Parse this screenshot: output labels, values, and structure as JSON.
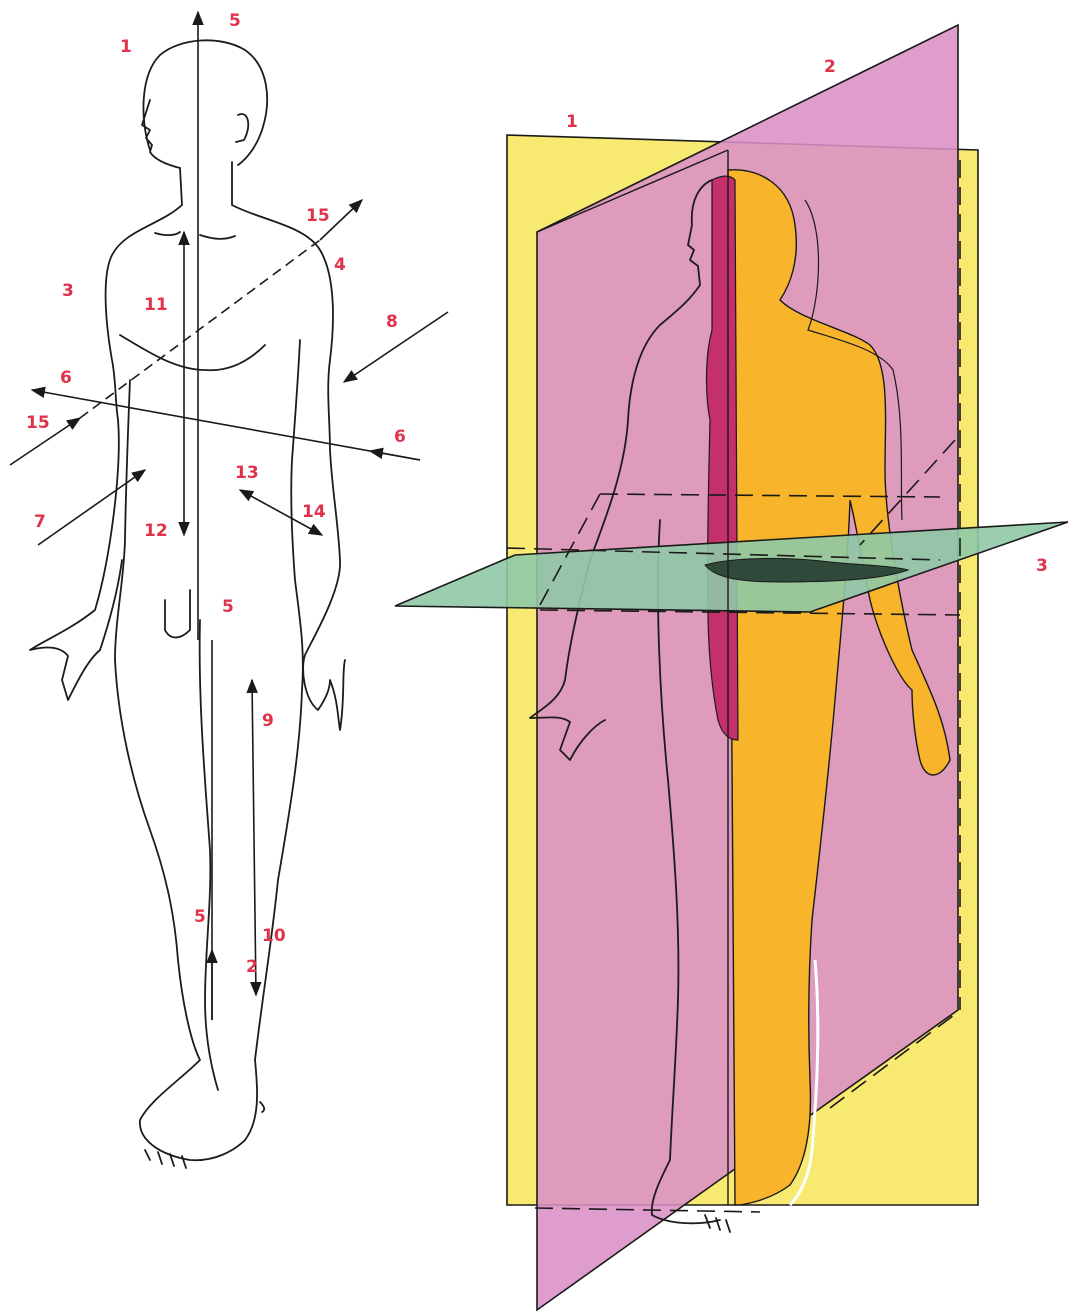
{
  "colors": {
    "label": "#e0324a",
    "sagittal_plane": "#d98fc6",
    "frontal_plane": "#f7e65c",
    "horizontal_plane": "#8fc9a6",
    "body_fill": "#f8b42a",
    "section_fill": "#c4306b"
  },
  "left_figure": {
    "labels": [
      {
        "id": "l1",
        "text": "1"
      },
      {
        "id": "l2",
        "text": "2"
      },
      {
        "id": "l3",
        "text": "3"
      },
      {
        "id": "l4",
        "text": "4"
      },
      {
        "id": "l5a",
        "text": "5"
      },
      {
        "id": "l5b",
        "text": "5"
      },
      {
        "id": "l5c",
        "text": "5"
      },
      {
        "id": "l6a",
        "text": "6"
      },
      {
        "id": "l6b",
        "text": "6"
      },
      {
        "id": "l7",
        "text": "7"
      },
      {
        "id": "l8",
        "text": "8"
      },
      {
        "id": "l9",
        "text": "9"
      },
      {
        "id": "l10",
        "text": "10"
      },
      {
        "id": "l11",
        "text": "11"
      },
      {
        "id": "l12",
        "text": "12"
      },
      {
        "id": "l13",
        "text": "13"
      },
      {
        "id": "l14",
        "text": "14"
      },
      {
        "id": "l15a",
        "text": "15"
      },
      {
        "id": "l15b",
        "text": "15"
      }
    ]
  },
  "right_figure": {
    "labels": [
      {
        "id": "p1",
        "text": "1"
      },
      {
        "id": "p2",
        "text": "2"
      },
      {
        "id": "p3",
        "text": "3"
      }
    ]
  }
}
